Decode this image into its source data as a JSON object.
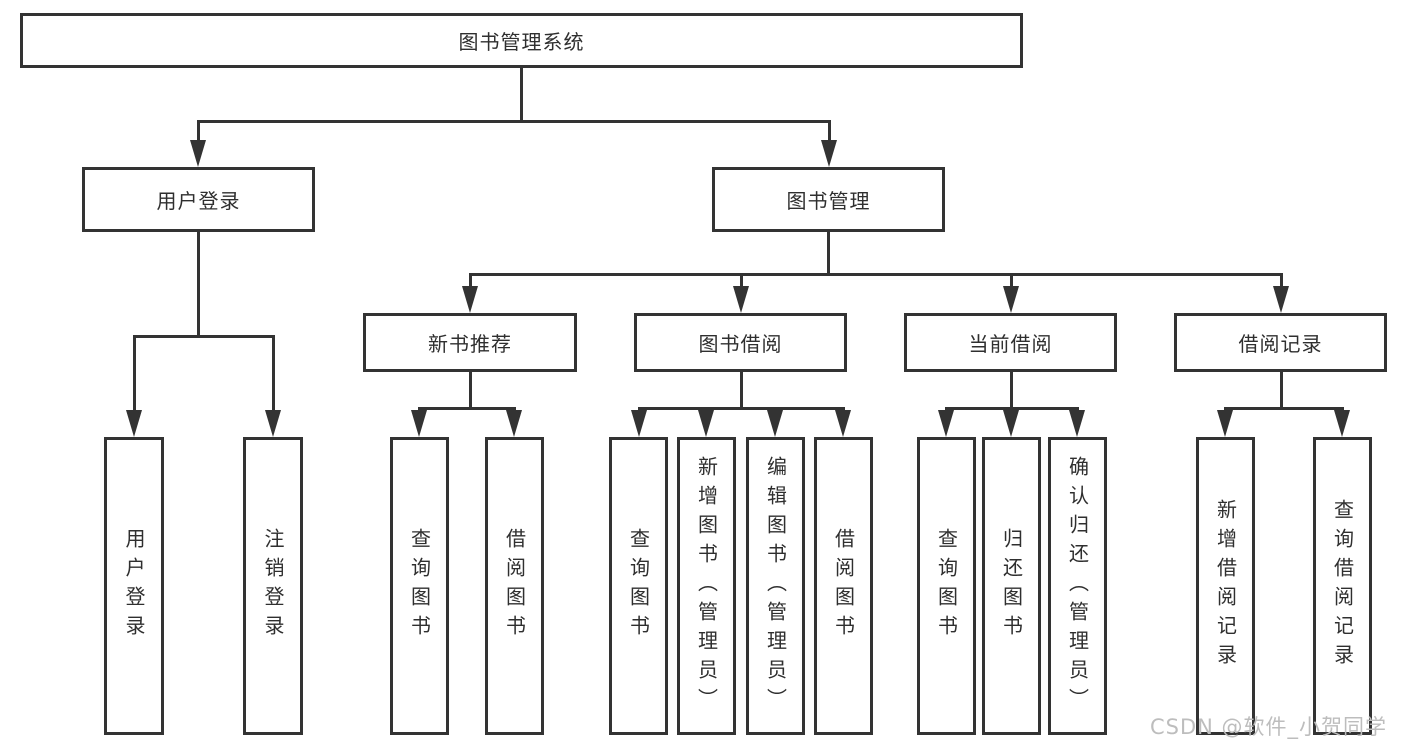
{
  "diagram": {
    "title": "图书管理系统",
    "branches": [
      {
        "label": "用户登录",
        "children": [
          {
            "label": "用户登录"
          },
          {
            "label": "注销登录"
          }
        ]
      },
      {
        "label": "图书管理",
        "children": [
          {
            "label": "新书推荐",
            "children": [
              {
                "label": "查询图书"
              },
              {
                "label": "借阅图书"
              }
            ]
          },
          {
            "label": "图书借阅",
            "children": [
              {
                "label": "查询图书"
              },
              {
                "label": "新增图书（管理员）"
              },
              {
                "label": "编辑图书（管理员）"
              },
              {
                "label": "借阅图书"
              }
            ]
          },
          {
            "label": "当前借阅",
            "children": [
              {
                "label": "查询图书"
              },
              {
                "label": "归还图书"
              },
              {
                "label": "确认归还（管理员）"
              }
            ]
          },
          {
            "label": "借阅记录",
            "children": [
              {
                "label": "新增借阅记录"
              },
              {
                "label": "查询借阅记录"
              }
            ]
          }
        ]
      }
    ]
  },
  "watermark": "CSDN @软件_小贺同学",
  "colors": {
    "line": "#333333",
    "box_fill": "#ffffff",
    "text": "#2f2f2f",
    "watermark": "#bdbdbd",
    "background": "#ffffff"
  }
}
